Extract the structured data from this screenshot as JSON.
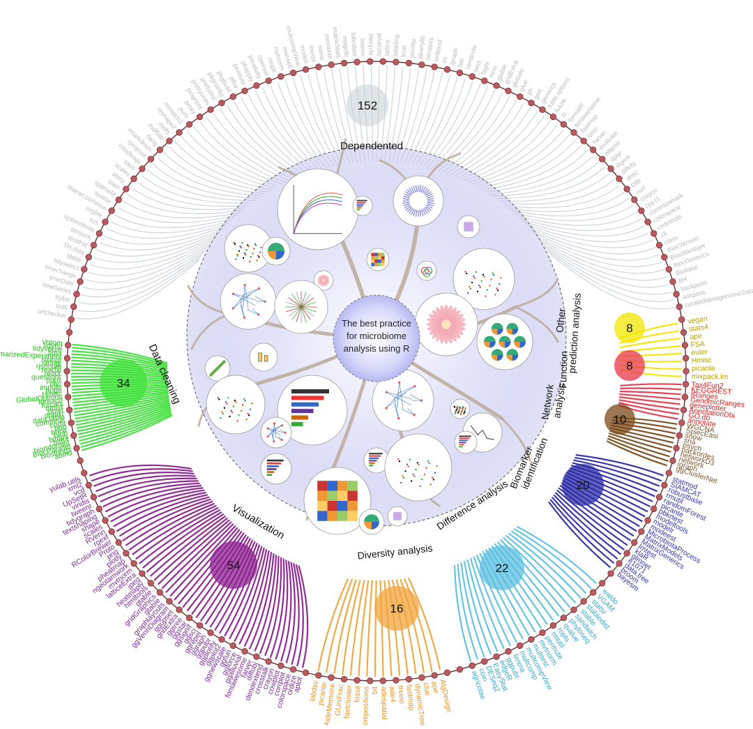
{
  "center": {
    "line1": "The best practice",
    "line2": "for microbiome",
    "line3": "analysis using R"
  },
  "colors": {
    "ring_dot": "#b85a5f",
    "ring_stroke": "#6d2a2e",
    "halo": "#c9ccf3",
    "branch": "#bcaa9a"
  },
  "groups": [
    {
      "id": "dependented",
      "label": "Dependented",
      "count": "152",
      "color": "#c3cdd4",
      "text_color": "#b9b9b9",
      "packages": [
        "urlchecker",
        "tzdb",
        "trylist",
        "timeSeries",
        "timeDate",
        "timechange",
        "tidyselect",
        "tibble",
        "TH.data",
        "testthat",
        "tensorA",
        "systemfonts",
        "sys",
        "svglite",
        "statnet.common",
        "spatial",
        "sparseM",
        "slam",
        "shiny",
        "scales",
        "sass",
        "rstudioapi",
        "rprojroot",
        "rmarkdown",
        "rlang",
        "rhdf5lib",
        "rhdf5",
        "reshape2",
        "rematch2",
        "purrr",
        "proxy",
        "progress",
        "prettyunits",
        "prettydoc",
        "pkgconfig",
        "pkgbuild",
        "pillar",
        "permute",
        "pbapply",
        "parallelly",
        "openssl",
        "nloptr",
        "mvtnorm",
        "munsell",
        "multcompView",
        "modelr",
        "minqa",
        "mime",
        "memoise",
        "matrixStats",
        "magrittr",
        "lubridate",
        "listenv",
        "lifecycle",
        "lazyeval",
        "lattice",
        "labeling",
        "knitr",
        "jsonlite",
        "jquerylib",
        "iterators",
        "isoband",
        "ini",
        "igraph",
        "httr",
        "htmltools",
        "hms",
        "highr",
        "here",
        "gtable",
        "gridExtra",
        "globals",
        "glue",
        "gh",
        "gert",
        "generics",
        "futile.options",
        "future",
        "fs",
        "formatR",
        "fontawesome",
        "fastmap",
        "fansi",
        "farver",
        "evaluate",
        "ellipsis",
        "dplyr",
        "digest",
        "diffobj",
        "desc",
        "DBI",
        "curl",
        "crayon",
        "cpp11",
        "commonmark",
        "colorspace",
        "codetools",
        "cli",
        "class",
        "BiocVersion",
        "BiocManager",
        "BiocGenerics",
        "Biobase",
        "BH",
        "backports",
        "askpass",
        "curatedMetagenomicData"
      ]
    },
    {
      "id": "other",
      "label1": "Other",
      "label2": "prediction analysis",
      "count": "8",
      "color": "#f2e600",
      "text_color": "#b5a400",
      "packages": [
        "vegan",
        "stats4",
        "ape",
        "FSA",
        "euler",
        "Hmisc",
        "picante",
        "mixpack.lm"
      ]
    },
    {
      "id": "function",
      "label1": "Function",
      "count": "8",
      "color": "#e8364b",
      "text_color": "#e21e1e",
      "packages": [
        "Tax4Fun2",
        "KEGGREST",
        "IRanges",
        "GenomicRanges",
        "geneplotter",
        "AnnotationDbi",
        "GO.db",
        "annotate"
      ]
    },
    {
      "id": "network",
      "label1": "Network",
      "label2": "analysis",
      "count": "10",
      "color": "#7a4a1a",
      "text_color": "#7b5a31",
      "packages": [
        "WGCNA",
        "SpiecEasi",
        "snow",
        "sna",
        "psych",
        "packordes",
        "networkD3",
        "network",
        "igraph",
        "ggClusterNet"
      ]
    },
    {
      "id": "biomarker",
      "label1": "Biomarker",
      "label2": "identification",
      "count": "20",
      "color": "#2b2ba6",
      "text_color": "#3535b6",
      "packages": [
        "statmod",
        "SIAMCAT",
        "robustbase",
        "rmutil",
        "randomForest",
        "picante",
        "pbkrtest",
        "modeltools",
        "modelr",
        "modeest",
        "MicrobiotaProcess",
        "MatrixModels",
        "MatrixGenerics",
        "Imtest",
        "klaR",
        "glmnet",
        "e1071",
        "data.tree",
        "broom",
        "bayesm"
      ]
    },
    {
      "id": "difference",
      "label": "Difference analysis",
      "count": "22",
      "color": "#5cbfe0",
      "text_color": "#36a8cf",
      "packages": [
        "waldo",
        "VGAM",
        "statsr",
        "stabledist",
        "stable",
        "sandwich",
        "phyloseq",
        "qvalue",
        "ropls",
        "rmutil",
        "permute",
        "mvtnorm",
        "multtest",
        "multcompView",
        "multcomp",
        "limma",
        "ggpubr",
        "edgeR",
        "EasyStat",
        "DESeq2",
        "coin",
        "agricolae"
      ]
    },
    {
      "id": "diversity",
      "label": "Diversity analysis",
      "count": "16",
      "color": "#f0a43c",
      "text_color": "#e2952a",
      "packages": [
        "AlgDesign",
        "ape",
        "clue",
        "dynamicTreeCut",
        "fastmap",
        "treeio",
        "ade4",
        "adespatial",
        "bit",
        "compositions",
        "fossil",
        "fastcluster",
        "GUniFrac",
        "RVAideMemoire",
        "picante",
        "labdsv"
      ]
    },
    {
      "id": "visualization",
      "label": "Visualization",
      "count": "54",
      "color": "#8b1f8f",
      "text_color": "#7a2a9a",
      "packages": [
        "aplot",
        "ordize",
        "colorspace",
        "corrplot",
        "cowplot",
        "crayon",
        "crosstalk",
        "dendextend",
        "diffobj",
        "farver",
        "fontawesome",
        "ggalluvial",
        "ggforce",
        "ggfun",
        "ggnewscale",
        "ggplot2",
        "ggplotify",
        "ggpubr",
        "ggraph",
        "ggrepel",
        "ggsci",
        "ggsignif",
        "ggstar",
        "ggtree",
        "gridExtra",
        "ggupset",
        "ggVennDiagram",
        "graphlayouts",
        "gtable",
        "gridGraphics",
        "gtable",
        "htmltools",
        "heatmaply",
        "jpeg",
        "latticeExtra",
        "mvtnorm",
        "ngeotamwork",
        "pheatmap",
        "plotly",
        "png",
        "Proto",
        "RColorBrewer",
        "rgexf",
        "RVenn",
        "scales",
        "shape",
        "textshaping",
        "tidygraph",
        "tweenr",
        "viridis",
        "UpSetR",
        "vcd",
        "xml2",
        "yulab.utils"
      ]
    },
    {
      "id": "cleaning",
      "label": "Data cleaning",
      "count": "34",
      "color": "#3fe03a",
      "text_color": "#22c318",
      "packages": [
        "abind",
        "biostrings",
        "BiocParallel",
        "biomformat",
        "bit64",
        "bitops",
        "blob",
        "brew",
        "brio",
        "coda",
        "combinat",
        "data.table",
        "dbplyr",
        "dplyr",
        "dtplyr",
        "forcats",
        "foreach",
        "GlobalOptions",
        "Hmisc",
        "huge",
        "impute",
        "plyr",
        "purrr",
        "questionr",
        "readr",
        "readxl",
        "rjsonlite",
        "stringi",
        "stringr",
        "SummarizedExperiment",
        "tidyr",
        "tidyverse",
        "tidyfst",
        "vroom"
      ]
    }
  ]
}
